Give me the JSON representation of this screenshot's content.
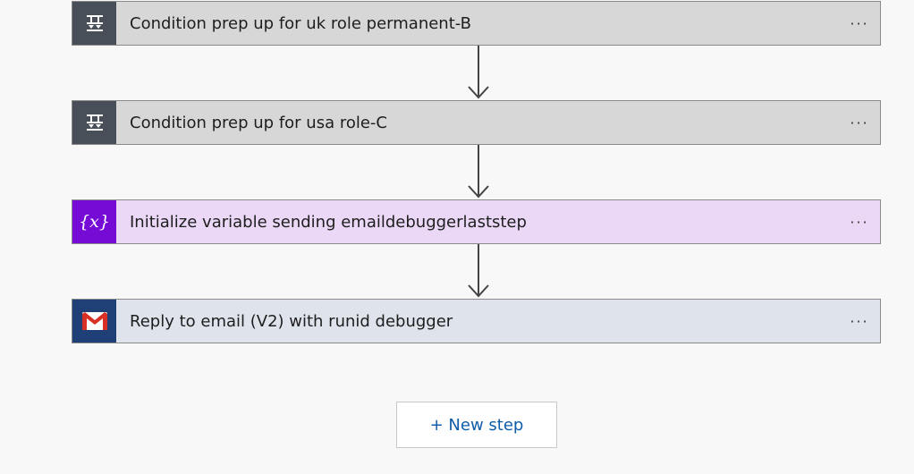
{
  "flow": {
    "steps": [
      {
        "title": "Condition prep up for uk role permanent-B",
        "icon": "condition-icon",
        "more": "···"
      },
      {
        "title": "Condition prep up for usa role-C",
        "icon": "condition-icon",
        "more": "···"
      },
      {
        "title": "Initialize variable sending emaildebuggerlaststep",
        "icon": "variable-icon",
        "icon_text": "{x}",
        "more": "···"
      },
      {
        "title": "Reply to email (V2) with runid debugger",
        "icon": "gmail-icon",
        "more": "···"
      }
    ],
    "new_step_label": "+ New step"
  },
  "colors": {
    "condition_bg": "#d7d7d7",
    "condition_icon_bg": "#484f58",
    "variable_bg": "#ead8f6",
    "variable_icon_bg": "#770bd6",
    "email_bg": "#dfe3ec",
    "email_icon_bg": "#1f3f77",
    "link": "#0f5ca8"
  }
}
